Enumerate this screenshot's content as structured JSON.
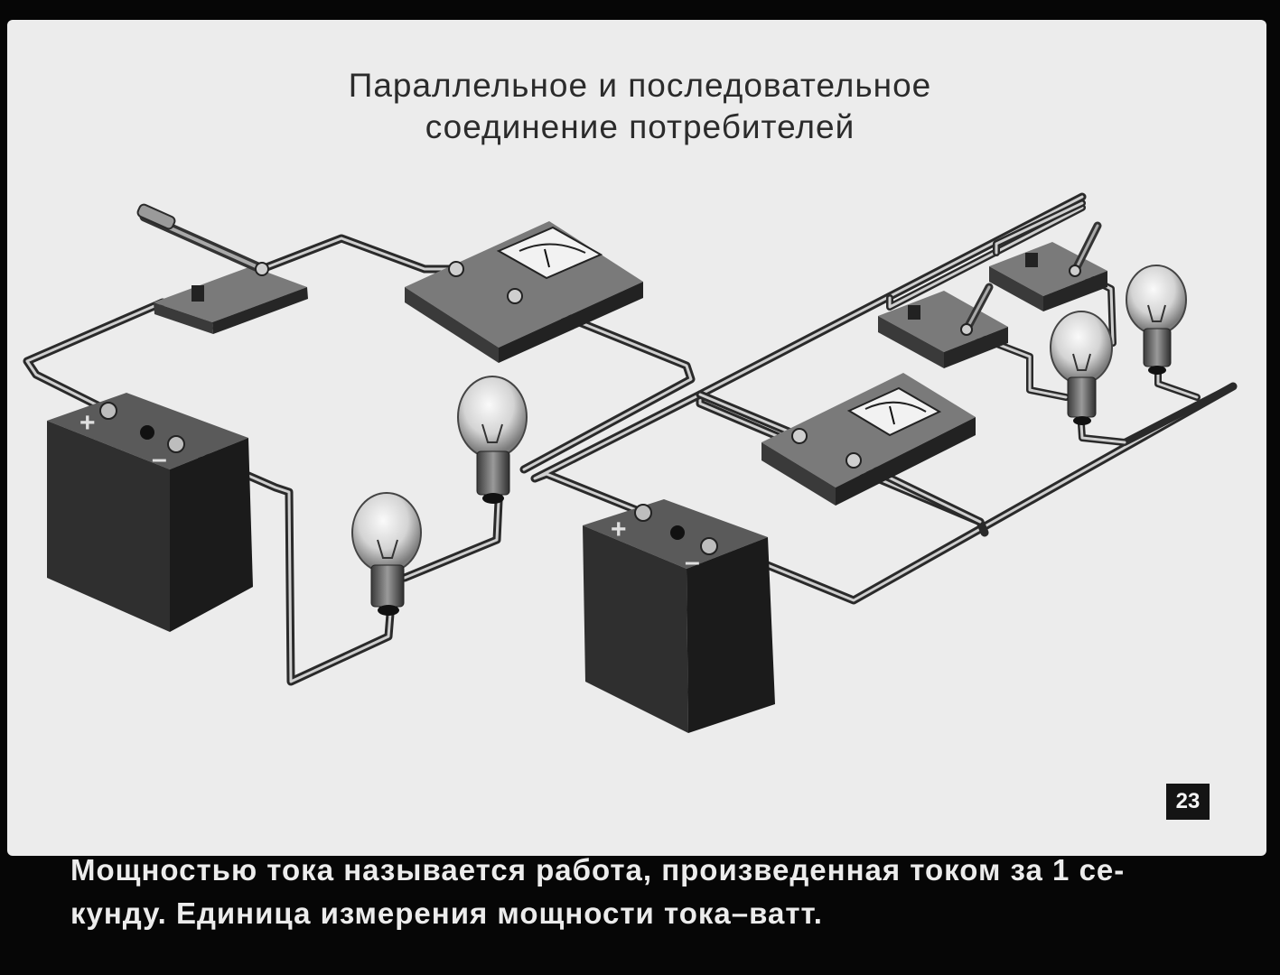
{
  "slide": {
    "title_line1": "Параллельное и последовательное",
    "title_line2": "соединение потребителей",
    "page_number": "23"
  },
  "battery_left": {
    "plus": "+",
    "minus": "–"
  },
  "battery_right": {
    "plus": "+",
    "minus": "–"
  },
  "caption": {
    "line1": "Мощностью тока называется работа, произведенная током за 1 се-",
    "line2": "кунду. Единица измерения мощности тока–ватт."
  }
}
